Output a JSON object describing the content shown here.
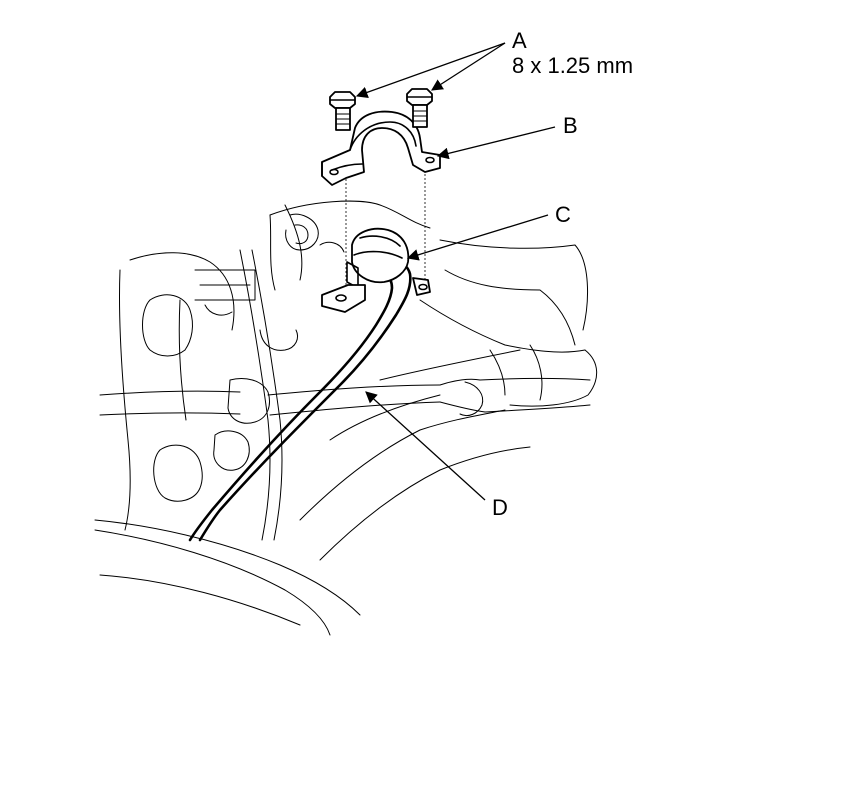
{
  "callouts": {
    "a": {
      "letter": "A",
      "spec": "8 x 1.25 mm"
    },
    "b": {
      "letter": "B"
    },
    "c": {
      "letter": "C"
    },
    "d": {
      "letter": "D"
    }
  }
}
